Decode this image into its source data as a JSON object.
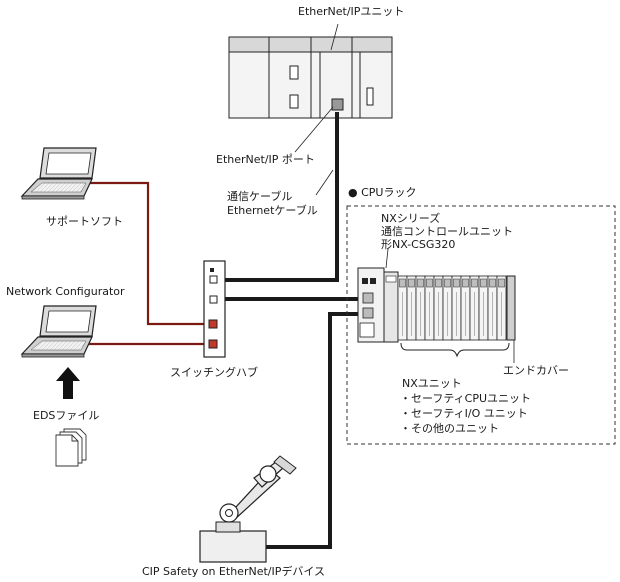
{
  "labels": {
    "ethernet_ip_unit": "EtherNet/IPユニット",
    "ethernet_ip_port": "EtherNet/IP ポート",
    "cable_line1": "通信ケーブル",
    "cable_line2": "Ethernetケーブル",
    "cpu_rack": "● CPUラック",
    "nx_series_line1": "NXシリーズ",
    "nx_series_line2": "通信コントロールユニット",
    "nx_series_line3": "形NX-CSG320",
    "support_soft": "サポートソフト",
    "network_configurator": "Network Configurator",
    "eds_file": "EDSファイル",
    "switching_hub": "スイッチングハブ",
    "end_cover": "エンドカバー",
    "nx_units_title": "NXユニット",
    "nx_unit_item1": "・セーフティCPUユニット",
    "nx_unit_item2": "・セーフティI/O ユニット",
    "nx_unit_item3": "・その他のユニット",
    "cip_device": "CIP Safety on EtherNet/IPデバイス"
  },
  "colors": {
    "line": "#1a1a1a",
    "support_cable": "#7a1a12",
    "port_red": "#c0392b",
    "device_fill": "#efefef",
    "device_dark": "#8a8a8a"
  },
  "icons": {
    "laptop_top": "laptop-icon",
    "laptop_bottom": "laptop-icon",
    "file": "document-icon",
    "arrow": "arrow-up-icon",
    "robot": "robot-arm-icon"
  }
}
